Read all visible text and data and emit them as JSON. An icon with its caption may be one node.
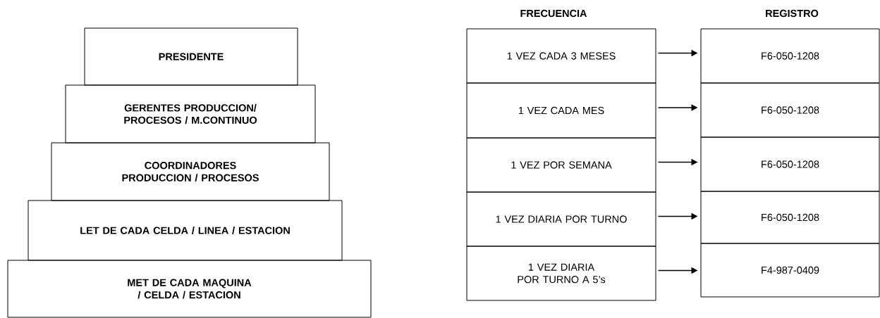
{
  "diagram": {
    "nodes": [
      {
        "text": [
          "PRESIDENTE"
        ]
      },
      {
        "text": [
          "GERENTES PRODUCCION/ PROCESOS / M.CONTINUO"
        ]
      },
      {
        "text": [
          "COORDINADORES PRODUCCION / PROCESOS"
        ]
      },
      {
        "text": [
          "LET DE CADA CELDA / LINEA / ESTACION"
        ]
      },
      {
        "text": [
          "MET DE CADA MAQUINA / CELDA / ESTACION"
        ]
      },
      {
        "text": [
          "1 VEZ CADA 3 MESES"
        ]
      },
      {
        "text": [
          "1 VEZ CADA MES"
        ]
      },
      {
        "text": [
          "1 VEZ POR SEMANA"
        ]
      },
      {
        "text": [
          "1 VEZ DIARIA POR TURNO"
        ]
      },
      {
        "text": [
          "1 VEZ DIARIA POR TURNO A 5’s"
        ]
      },
      {
        "text": [
          "F6-050-1208"
        ]
      },
      {
        "text": [
          "F6-050-1208"
        ]
      },
      {
        "text": [
          "F6-050-1208"
        ]
      },
      {
        "text": [
          "F6-050-1208"
        ]
      },
      {
        "text": [
          "F4-987-0409"
        ]
      }
    ],
    "edges": [
      {
        "from": 5,
        "to": 10,
        "arrow": "to"
      },
      {
        "from": 6,
        "to": 11,
        "arrow": "to"
      },
      {
        "from": 7,
        "to": 12,
        "arrow": "to"
      },
      {
        "from": 8,
        "to": 13,
        "arrow": "to"
      },
      {
        "from": 9,
        "to": 14,
        "arrow": "to"
      }
    ],
    "labels": [
      "FRECUENCIA",
      "REGISTRO"
    ]
  }
}
